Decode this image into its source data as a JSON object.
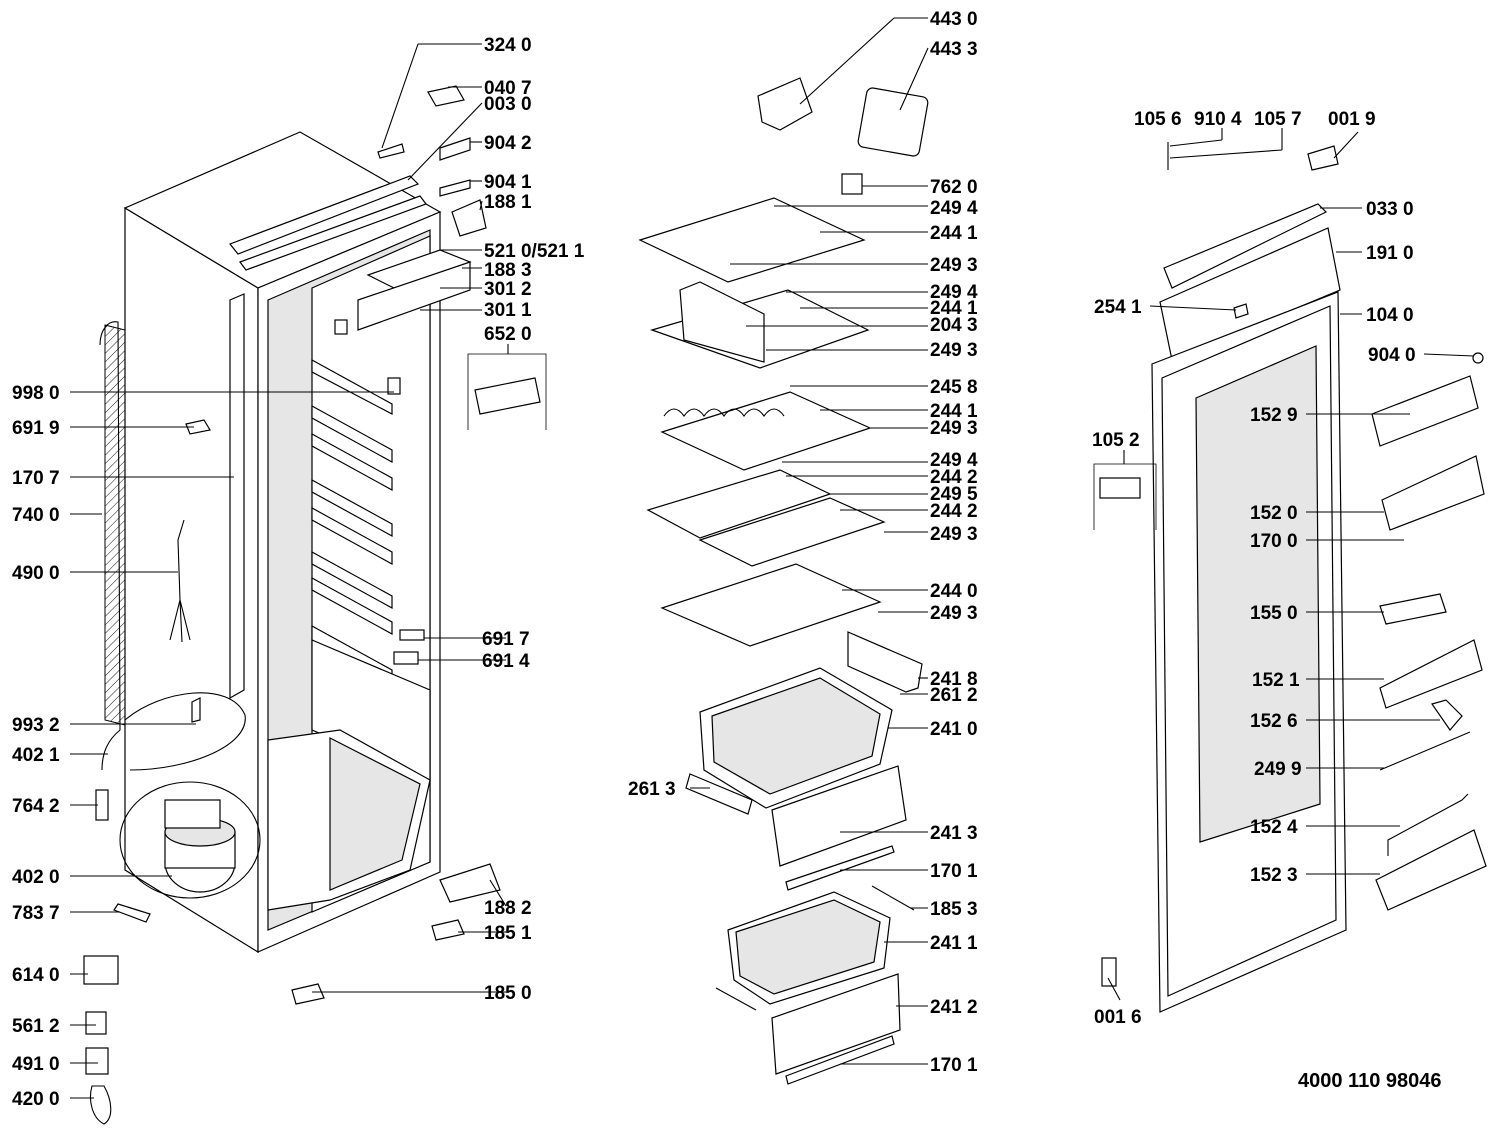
{
  "document_number": "4000 110 98046",
  "labels": {
    "l3240": "324 0",
    "l0407": "040 7",
    "l0030": "003 0",
    "l9042": "904 2",
    "l9041": "904 1",
    "l1881": "188 1",
    "l5210": "521 0/521 1",
    "l1883": "188 3",
    "l3012": "301 2",
    "l3011": "301 1",
    "l6520": "652 0",
    "l9980": "998 0",
    "l6919": "691 9",
    "l1707": "170 7",
    "l7400": "740 0",
    "l4900": "490 0",
    "l6917": "691 7",
    "l6914": "691 4",
    "l9932": "993 2",
    "l4021": "402 1",
    "l7642": "764 2",
    "l4020": "402 0",
    "l7837": "783 7",
    "l1882": "188 2",
    "l1851": "185 1",
    "l6140": "614 0",
    "l1850": "185 0",
    "l5612": "561 2",
    "l4910": "491 0",
    "l4200": "420 0",
    "l4430": "443 0",
    "l4433": "443 3",
    "l7620": "762 0",
    "l2494a": "249 4",
    "l2441a": "244 1",
    "l2493a": "249 3",
    "l2494b": "249 4",
    "l2441b": "244 1",
    "l2043": "204 3",
    "l2493b": "249 3",
    "l2458": "245 8",
    "l2441c": "244 1",
    "l2493c": "249 3",
    "l2494c": "249 4",
    "l2442a": "244 2",
    "l2495": "249 5",
    "l2442b": "244 2",
    "l2493d": "249 3",
    "l2440": "244 0",
    "l2493e": "249 3",
    "l2418": "241 8",
    "l2612": "261 2",
    "l2410": "241 0",
    "l2613": "261 3",
    "l2413": "241 3",
    "l1701a": "170 1",
    "l1853": "185 3",
    "l2411": "241 1",
    "l2412": "241 2",
    "l1701b": "170 1",
    "l1056": "105 6",
    "l9104": "910 4",
    "l1057": "105 7",
    "l0019": "001 9",
    "l0330": "033 0",
    "l1910": "191 0",
    "l2541": "254 1",
    "l1040": "104 0",
    "l9040": "904 0",
    "l1529": "152 9",
    "l1052": "105 2",
    "l1520": "152 0",
    "l1700": "170 0",
    "l1550": "155 0",
    "l1521": "152 1",
    "l1526": "152 6",
    "l2499": "249 9",
    "l1524": "152 4",
    "l1523": "152 3",
    "l0016": "001 6"
  }
}
